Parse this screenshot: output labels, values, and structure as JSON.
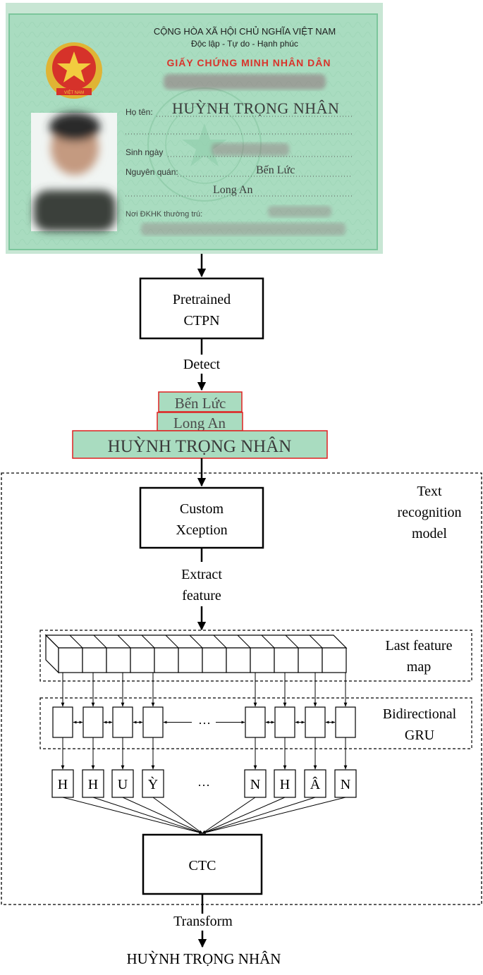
{
  "id_card": {
    "header_line1": "CỘNG HÒA XÃ HỘI CHỦ NGHĨA VIỆT NAM",
    "header_line2": "Độc lập - Tự do - Hạnh phúc",
    "card_title": "GIẤY CHỨNG MINH NHÂN DÂN",
    "field_name_label": "Họ tên:",
    "field_name_value": "HUỲNH TRỌNG NHÂN",
    "field_dob_label": "Sinh ngày",
    "field_origin_label": "Nguyên quán:",
    "field_origin_value1": "Bến Lức",
    "field_origin_value2": "Long An",
    "field_residence_label": "Nơi ĐKHK thường trú:",
    "emblem_text": "VIỆT NAM",
    "colors": {
      "card_bg": "#a9dcc0",
      "card_border": "#7cc69c",
      "title_red": "#d9342b",
      "emblem_red": "#d6322a",
      "emblem_gold": "#e0b434"
    }
  },
  "steps": {
    "detector_line1": "Pretrained",
    "detector_line2": "CTPN",
    "detect_label": "Detect",
    "crop1": "Bến Lức",
    "crop2": "Long An",
    "crop3": "HUỲNH TRỌNG NHÂN",
    "crop_border_color": "#e02020",
    "module_label_line1": "Text",
    "module_label_line2": "recognition",
    "module_label_line3": "model",
    "xception_line1": "Custom",
    "xception_line2": "Xception",
    "extract_line1": "Extract",
    "extract_line2": "feature",
    "feature_map_line1": "Last feature",
    "feature_map_line2": "map",
    "gru_line1": "Bidirectional",
    "gru_line2": "GRU",
    "gru_ellipsis": "···",
    "chars": [
      "H",
      "H",
      "U",
      "Ỳ",
      "N",
      "H",
      "Â",
      "N"
    ],
    "chars_ellipsis": "···",
    "ctc_label": "CTC",
    "transform_label": "Transform",
    "output_text": "HUỲNH TRỌNG NHÂN"
  }
}
